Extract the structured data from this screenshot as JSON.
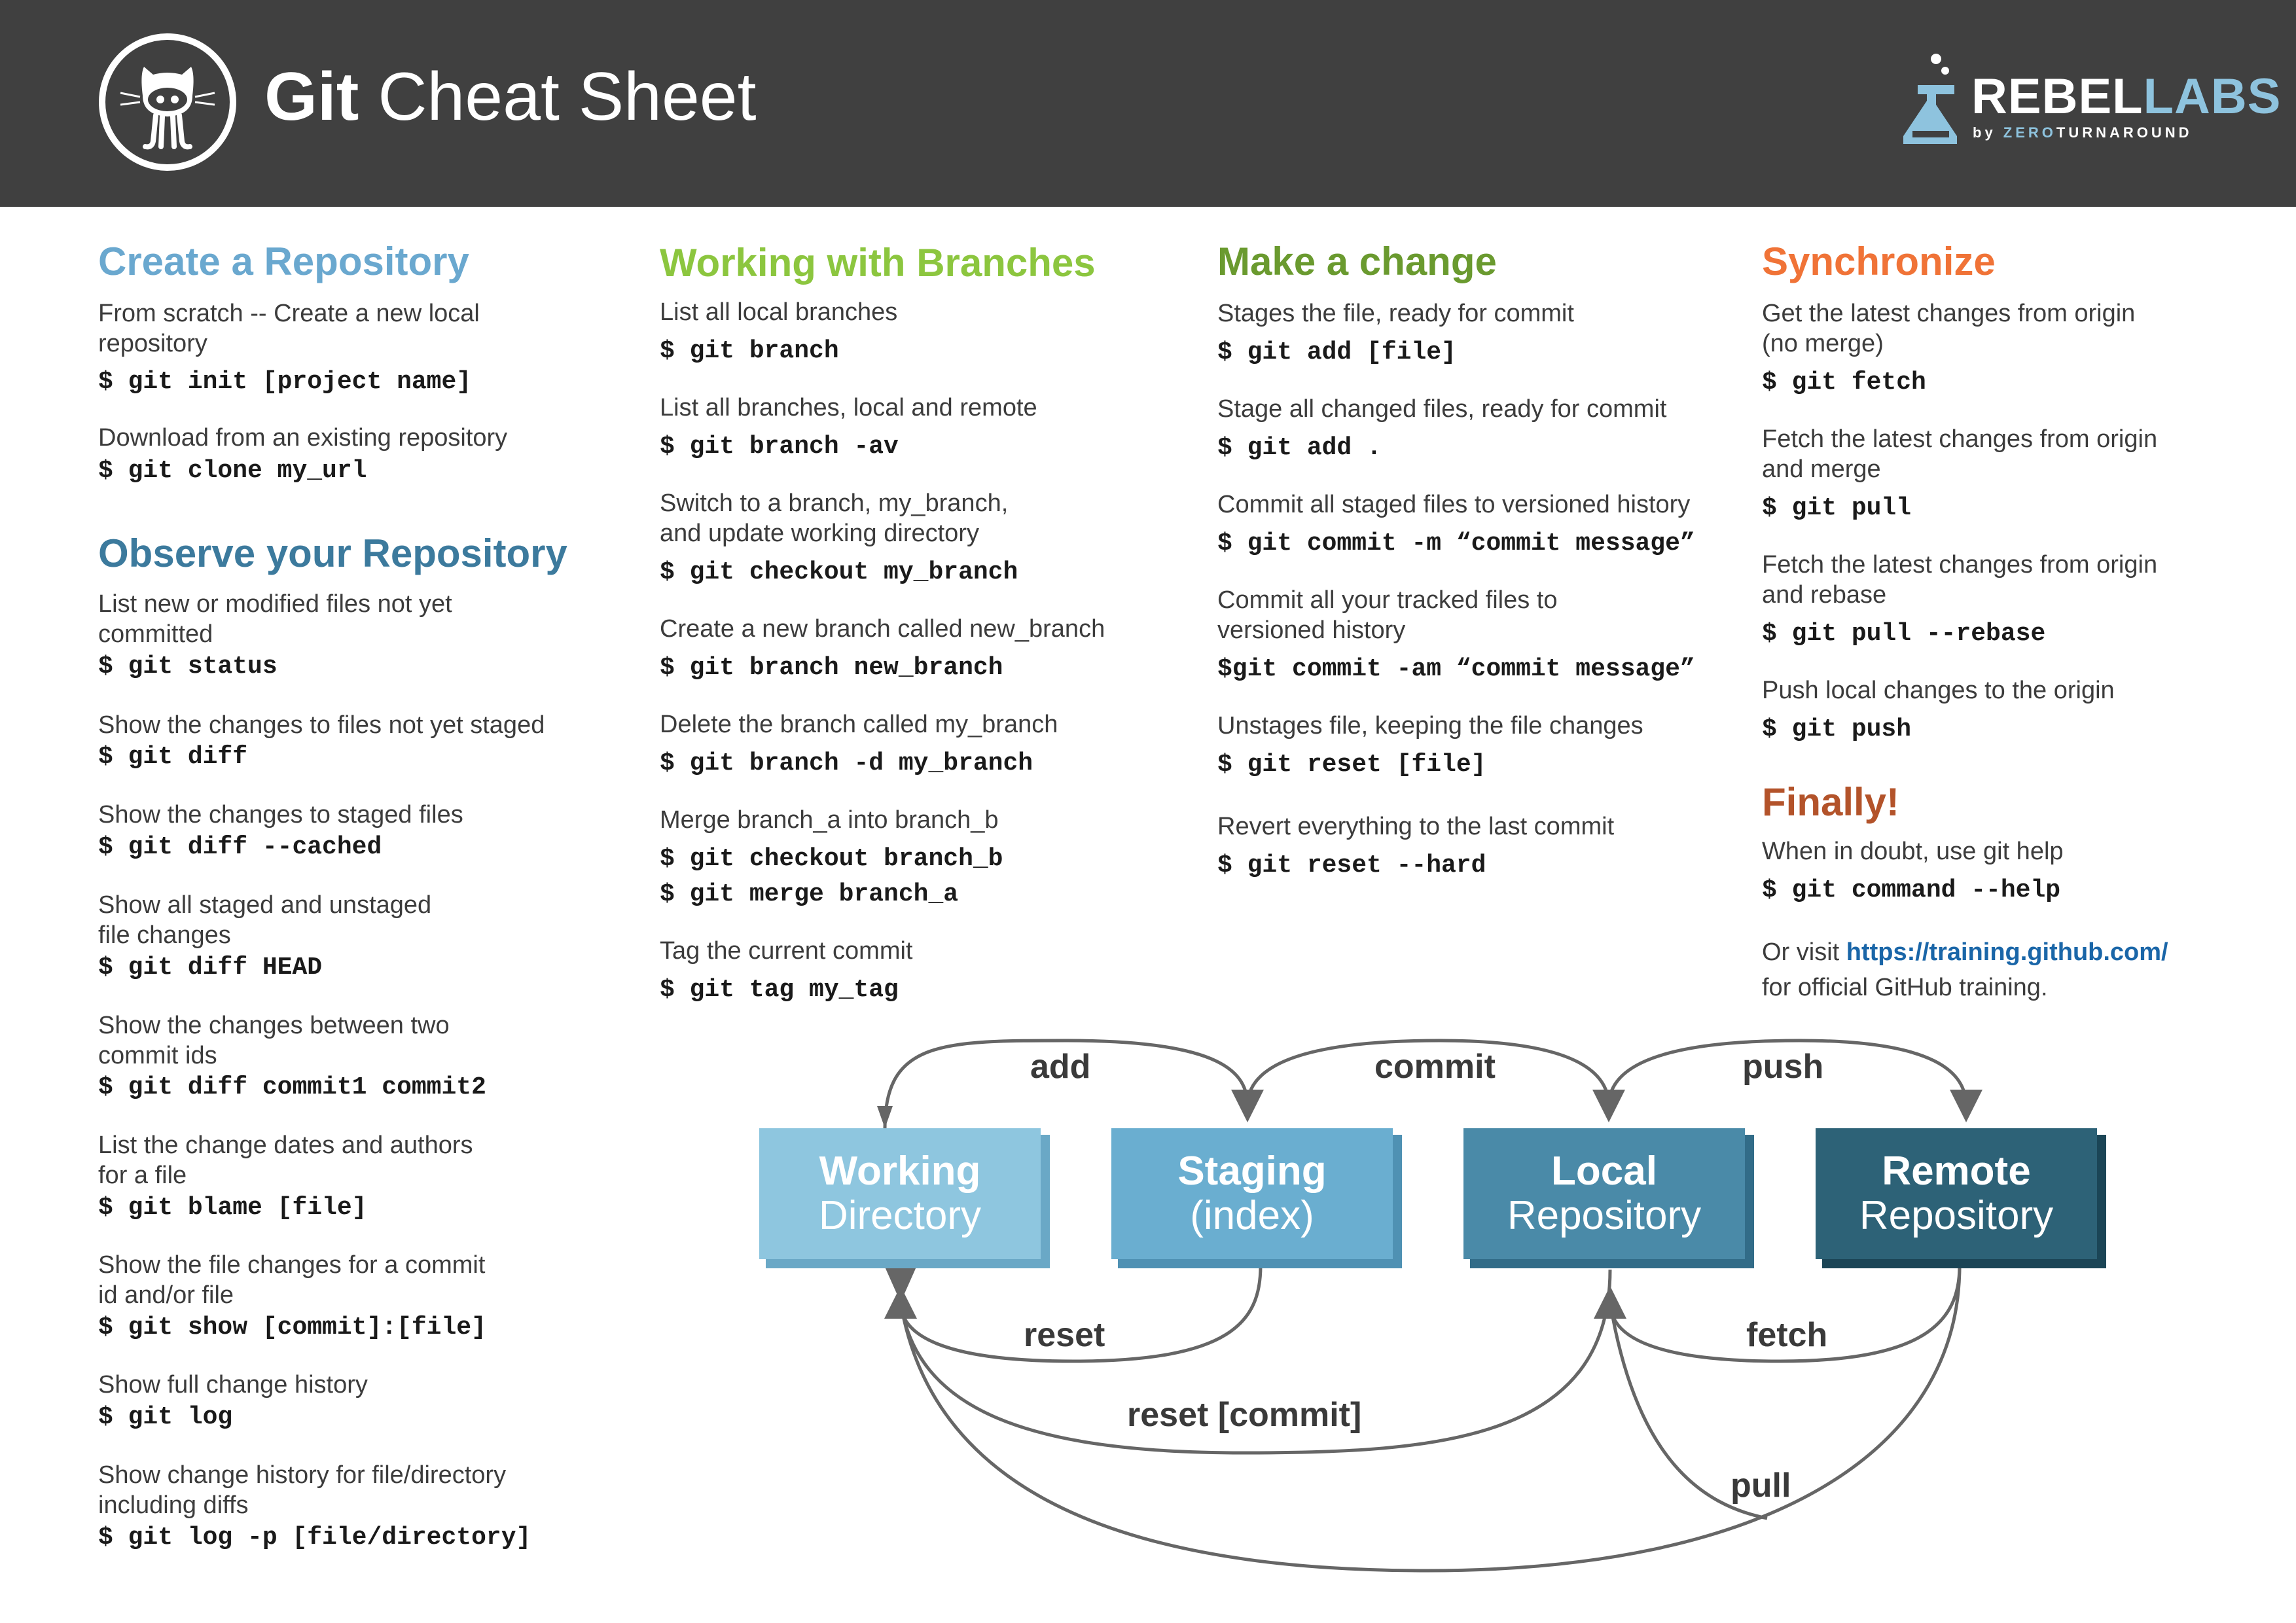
{
  "header": {
    "title_bold": "Git",
    "title_rest": "Cheat Sheet",
    "brand_part1": "REBEL",
    "brand_part2": "LABS",
    "brand_by": "by ",
    "brand_zero": "ZERO",
    "brand_turnaround": "TURNAROUND",
    "logo_icon": "github-octocat-icon",
    "header_bg": "#404040"
  },
  "col1": {
    "create": {
      "heading": "Create a Repository",
      "items": [
        {
          "desc1": "From scratch -- Create a new local",
          "desc2": "repository",
          "cmd": "$ git init [project name]"
        },
        {
          "desc1": "Download from an existing repository",
          "cmd": "$ git clone my_url"
        }
      ]
    },
    "observe": {
      "heading": "Observe your Repository",
      "items": [
        {
          "desc1": "List new or modified files not yet",
          "desc2": "committed",
          "cmd": "$ git status"
        },
        {
          "desc1": "Show the changes to files not yet staged",
          "cmd": "$ git diff"
        },
        {
          "desc1": "Show the changes to staged files",
          "cmd": "$ git diff --cached"
        },
        {
          "desc1": "Show all staged and unstaged",
          "desc2": "file changes",
          "cmd": "$ git diff HEAD"
        },
        {
          "desc1": "Show the changes between two",
          "desc2": "commit ids",
          "cmd": "$ git diff commit1 commit2"
        },
        {
          "desc1": "List the change dates and authors",
          "desc2": "for a file",
          "cmd": "$ git blame [file]"
        },
        {
          "desc1": "Show the file changes for a commit",
          "desc2": "id and/or file",
          "cmd": "$ git show [commit]:[file]"
        },
        {
          "desc1": "Show full change history",
          "cmd": "$ git log"
        },
        {
          "desc1": "Show change history for file/directory",
          "desc2": "including diffs",
          "cmd": "$ git log -p [file/directory]"
        }
      ]
    }
  },
  "col2": {
    "heading": "Working with Branches",
    "items": [
      {
        "desc1": "List all local branches",
        "cmd": "$ git branch"
      },
      {
        "desc1": "List all branches, local and remote",
        "cmd": "$ git branch -av"
      },
      {
        "desc1": "Switch to a branch, my_branch,",
        "desc2": "and update working directory",
        "cmd": "$ git checkout my_branch"
      },
      {
        "desc1": "Create a new branch called new_branch",
        "cmd": "$ git branch new_branch"
      },
      {
        "desc1": "Delete the branch called my_branch",
        "cmd": "$ git branch -d my_branch"
      },
      {
        "desc1": "Merge branch_a into branch_b",
        "cmd": "$ git checkout branch_b",
        "cmd2": "$ git merge branch_a"
      },
      {
        "desc1": "Tag the current commit",
        "cmd": "$ git tag my_tag"
      }
    ]
  },
  "col3": {
    "heading": "Make a change",
    "items": [
      {
        "desc1": "Stages the file, ready for commit",
        "cmd": "$ git add [file]"
      },
      {
        "desc1": "Stage all changed files, ready for commit",
        "cmd": "$ git add ."
      },
      {
        "desc1": "Commit all staged files to versioned history",
        "cmd": "$ git commit -m “commit message”"
      },
      {
        "desc1": "Commit all your tracked files to",
        "desc2": "versioned history",
        "cmd": "$git commit -am “commit message”"
      },
      {
        "desc1": "Unstages file, keeping the file changes",
        "cmd": "$ git reset [file]"
      },
      {
        "desc1": "Revert everything to the last commit",
        "cmd": "$ git reset --hard"
      }
    ]
  },
  "col4": {
    "sync": {
      "heading": "Synchronize",
      "items": [
        {
          "desc1": "Get the latest changes from origin",
          "desc2": "(no merge)",
          "cmd": "$ git fetch"
        },
        {
          "desc1": "Fetch the latest changes from origin",
          "desc2": "and merge",
          "cmd": "$ git pull"
        },
        {
          "desc1": "Fetch the latest changes from origin",
          "desc2": "and rebase",
          "cmd": "$ git pull --rebase"
        },
        {
          "desc1": "Push local changes to the origin",
          "cmd": "$ git push"
        }
      ]
    },
    "finally": {
      "heading": "Finally!",
      "desc1": "When in doubt, use git help",
      "cmd": "$ git command --help",
      "visit_prefix": "Or visit ",
      "visit_link": "https://training.github.com/",
      "visit_suffix": "for official GitHub training."
    }
  },
  "diagram": {
    "boxes": [
      {
        "title": "Working",
        "subtitle": "Directory",
        "color": "#8ec6df",
        "edge": "#6aa8c6"
      },
      {
        "title": "Staging",
        "subtitle": "(index)",
        "color": "#6aaed0",
        "edge": "#4f91b3"
      },
      {
        "title": "Local",
        "subtitle": "Repository",
        "color": "#4a8aa8",
        "edge": "#326c88"
      },
      {
        "title": "Remote",
        "subtitle": "Repository",
        "color": "#2d6277",
        "edge": "#1b4556"
      }
    ],
    "labels": {
      "add": "add",
      "commit": "commit",
      "push": "push",
      "reset": "reset",
      "fetch": "fetch",
      "reset_commit": "reset [commit]",
      "pull": "pull"
    },
    "arrow_color": "#666666"
  }
}
